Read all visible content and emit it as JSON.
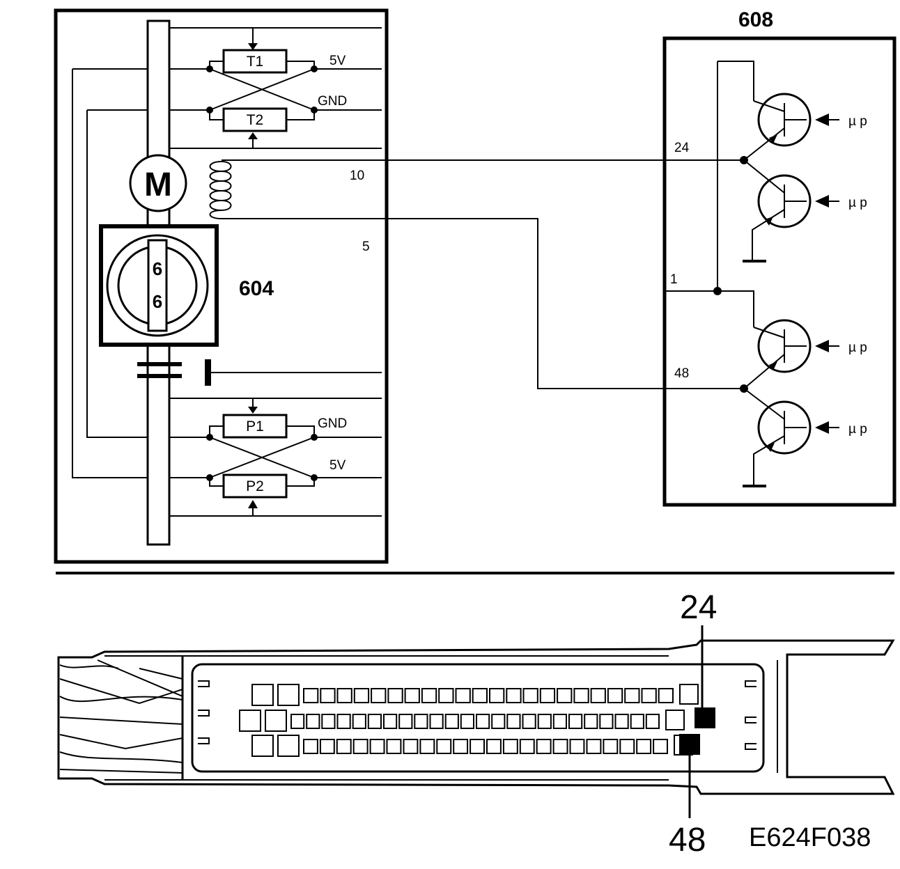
{
  "figure_code": "E624F038",
  "blocks": {
    "actuator_unit": "604",
    "control_unit": "608"
  },
  "motor_label": "M",
  "gear_marks": [
    "6",
    "6"
  ],
  "potentiometers": {
    "top_1": "T1",
    "top_2": "T2",
    "pos_1": "P1",
    "pos_2": "P2"
  },
  "supply_labels": {
    "t1_supply": "5V",
    "t2_ground": "GND",
    "p1_ground": "GND",
    "p2_supply": "5V"
  },
  "wire_numbers": {
    "w10": "10",
    "w5": "5",
    "w24": "24",
    "w1": "1",
    "w48": "48"
  },
  "driver_inputs": [
    "µ p",
    "µ p",
    "µ p",
    "µ p"
  ],
  "connector": {
    "pin_top": "24",
    "pin_bottom": "48",
    "rows": [
      {
        "count": 25,
        "has_large_start": true
      },
      {
        "count": 27,
        "has_large_start": true
      },
      {
        "count": 25,
        "has_large_start": true
      }
    ]
  },
  "colors": {
    "line": "#000000",
    "background": "#ffffff"
  }
}
